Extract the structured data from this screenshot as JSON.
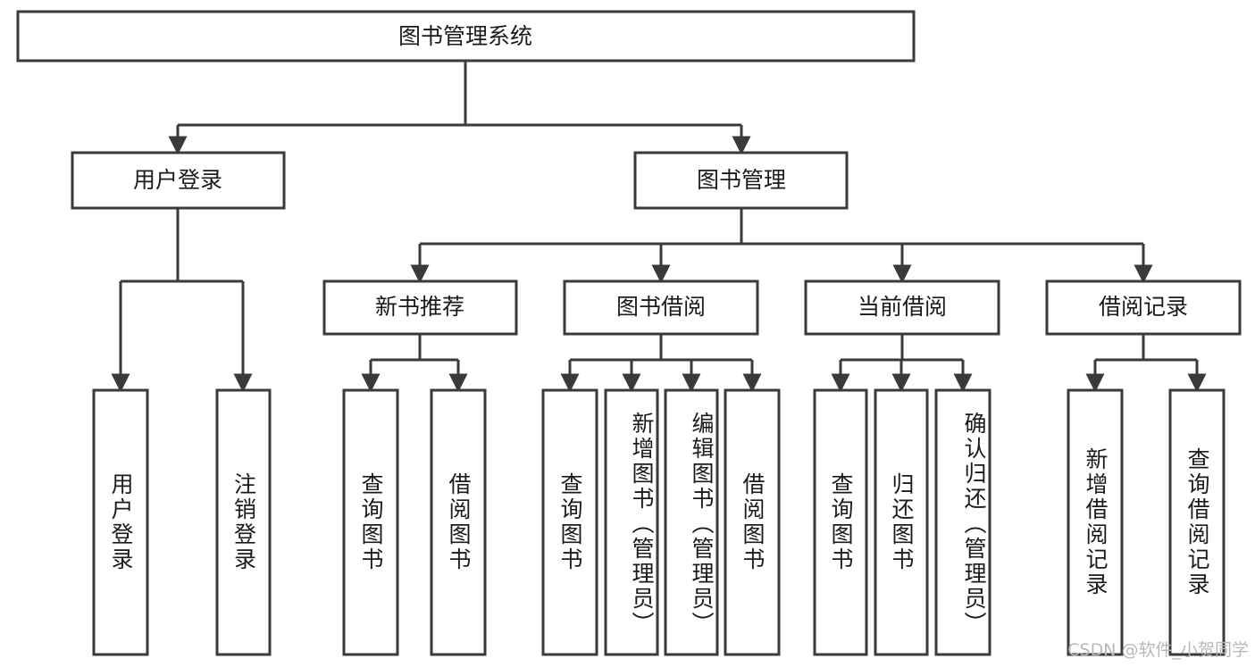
{
  "diagram": {
    "title": "图书管理系统",
    "type": "hierarchy-tree",
    "colors": {
      "box_stroke": "#3a3a3a",
      "box_fill": "#ffffff",
      "text": "#1b1b1b",
      "connector": "#3a3a3a",
      "watermark": "#b8b8b8",
      "background": "#ffffff"
    },
    "root": {
      "label": "图书管理系统"
    },
    "level2": [
      {
        "label": "用户登录"
      },
      {
        "label": "图书管理"
      }
    ],
    "level3": [
      {
        "label": "新书推荐"
      },
      {
        "label": "图书借阅"
      },
      {
        "label": "当前借阅"
      },
      {
        "label": "借阅记录"
      }
    ],
    "leaves": {
      "user_login": [
        {
          "label": "用户登录"
        },
        {
          "label": "注销登录"
        }
      ],
      "new_book_recommend": [
        {
          "label": "查询图书"
        },
        {
          "label": "借阅图书"
        }
      ],
      "book_borrow": [
        {
          "label": "查询图书"
        },
        {
          "label": "新增图书（管理员）"
        },
        {
          "label": "编辑图书（管理员）"
        },
        {
          "label": "借阅图书"
        }
      ],
      "current_borrow": [
        {
          "label": "查询图书"
        },
        {
          "label": "归还图书"
        },
        {
          "label": "确认归还（管理员）"
        }
      ],
      "borrow_record": [
        {
          "label": "新增借阅记录"
        },
        {
          "label": "查询借阅记录"
        }
      ]
    }
  },
  "watermark": {
    "text": "CSDN @软件_小贺同学"
  }
}
